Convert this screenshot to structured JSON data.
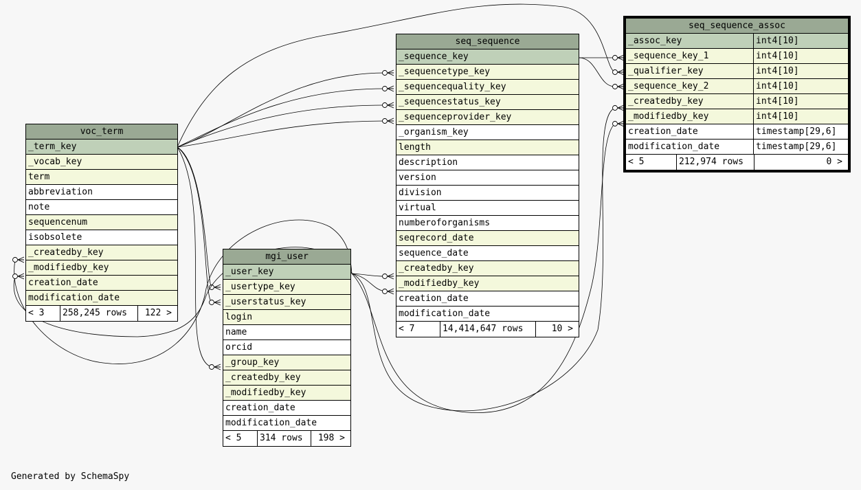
{
  "diagram": {
    "credit": "Generated by SchemaSpy",
    "colors": {
      "header": "#9aa994",
      "primary_key": "#bfd0b8",
      "foreign_key": "#f4f8dc",
      "plain": "#ffffff",
      "background": "#f7f7f7"
    },
    "tables": {
      "voc_term": {
        "title": "voc_term",
        "columns": [
          {
            "name": "_term_key",
            "kind": "pk"
          },
          {
            "name": "_vocab_key",
            "kind": "fk"
          },
          {
            "name": "term",
            "kind": "fk"
          },
          {
            "name": "abbreviation",
            "kind": "plain"
          },
          {
            "name": "note",
            "kind": "plain"
          },
          {
            "name": "sequencenum",
            "kind": "fk"
          },
          {
            "name": "isobsolete",
            "kind": "plain"
          },
          {
            "name": "_createdby_key",
            "kind": "fk"
          },
          {
            "name": "_modifiedby_key",
            "kind": "fk"
          },
          {
            "name": "creation_date",
            "kind": "fk"
          },
          {
            "name": "modification_date",
            "kind": "fk"
          }
        ],
        "footer": {
          "parents": "< 3",
          "rows": "258,245 rows",
          "children": "122 >"
        }
      },
      "mgi_user": {
        "title": "mgi_user",
        "columns": [
          {
            "name": "_user_key",
            "kind": "pk"
          },
          {
            "name": "_usertype_key",
            "kind": "fk"
          },
          {
            "name": "_userstatus_key",
            "kind": "fk"
          },
          {
            "name": "login",
            "kind": "fk"
          },
          {
            "name": "name",
            "kind": "plain"
          },
          {
            "name": "orcid",
            "kind": "plain"
          },
          {
            "name": "_group_key",
            "kind": "fk"
          },
          {
            "name": "_createdby_key",
            "kind": "fk"
          },
          {
            "name": "_modifiedby_key",
            "kind": "fk"
          },
          {
            "name": "creation_date",
            "kind": "plain"
          },
          {
            "name": "modification_date",
            "kind": "plain"
          }
        ],
        "footer": {
          "parents": "< 5",
          "rows": "314 rows",
          "children": "198 >"
        }
      },
      "seq_sequence": {
        "title": "seq_sequence",
        "columns": [
          {
            "name": "_sequence_key",
            "kind": "pk"
          },
          {
            "name": "_sequencetype_key",
            "kind": "fk"
          },
          {
            "name": "_sequencequality_key",
            "kind": "fk"
          },
          {
            "name": "_sequencestatus_key",
            "kind": "fk"
          },
          {
            "name": "_sequenceprovider_key",
            "kind": "fk"
          },
          {
            "name": "_organism_key",
            "kind": "plain"
          },
          {
            "name": "length",
            "kind": "fk"
          },
          {
            "name": "description",
            "kind": "plain"
          },
          {
            "name": "version",
            "kind": "plain"
          },
          {
            "name": "division",
            "kind": "plain"
          },
          {
            "name": "virtual",
            "kind": "plain"
          },
          {
            "name": "numberoforganisms",
            "kind": "plain"
          },
          {
            "name": "seqrecord_date",
            "kind": "fk"
          },
          {
            "name": "sequence_date",
            "kind": "plain"
          },
          {
            "name": "_createdby_key",
            "kind": "fk"
          },
          {
            "name": "_modifiedby_key",
            "kind": "fk"
          },
          {
            "name": "creation_date",
            "kind": "plain"
          },
          {
            "name": "modification_date",
            "kind": "plain"
          }
        ],
        "footer": {
          "parents": "< 7",
          "rows": "14,414,647 rows",
          "children": "10 >"
        }
      },
      "seq_sequence_assoc": {
        "title": "seq_sequence_assoc",
        "columns": [
          {
            "name": "_assoc_key",
            "type": "int4[10]",
            "kind": "pk"
          },
          {
            "name": "_sequence_key_1",
            "type": "int4[10]",
            "kind": "fk"
          },
          {
            "name": "_qualifier_key",
            "type": "int4[10]",
            "kind": "fk"
          },
          {
            "name": "_sequence_key_2",
            "type": "int4[10]",
            "kind": "fk"
          },
          {
            "name": "_createdby_key",
            "type": "int4[10]",
            "kind": "fk"
          },
          {
            "name": "_modifiedby_key",
            "type": "int4[10]",
            "kind": "fk"
          },
          {
            "name": "creation_date",
            "type": "timestamp[29,6]",
            "kind": "plain"
          },
          {
            "name": "modification_date",
            "type": "timestamp[29,6]",
            "kind": "plain"
          }
        ],
        "footer": {
          "parents": "< 5",
          "rows": "212,974 rows",
          "children": "0 >"
        }
      }
    },
    "relationships": [
      {
        "from": "seq_sequence._sequencetype_key",
        "to": "voc_term._term_key"
      },
      {
        "from": "seq_sequence._sequencequality_key",
        "to": "voc_term._term_key"
      },
      {
        "from": "seq_sequence._sequencestatus_key",
        "to": "voc_term._term_key"
      },
      {
        "from": "seq_sequence._sequenceprovider_key",
        "to": "voc_term._term_key"
      },
      {
        "from": "seq_sequence_assoc._qualifier_key",
        "to": "voc_term._term_key"
      },
      {
        "from": "mgi_user._usertype_key",
        "to": "voc_term._term_key"
      },
      {
        "from": "mgi_user._userstatus_key",
        "to": "voc_term._term_key"
      },
      {
        "from": "mgi_user._group_key",
        "to": "voc_term._term_key"
      },
      {
        "from": "voc_term._createdby_key",
        "to": "mgi_user._user_key"
      },
      {
        "from": "voc_term._modifiedby_key",
        "to": "mgi_user._user_key"
      },
      {
        "from": "seq_sequence._createdby_key",
        "to": "mgi_user._user_key"
      },
      {
        "from": "seq_sequence._modifiedby_key",
        "to": "mgi_user._user_key"
      },
      {
        "from": "seq_sequence_assoc._createdby_key",
        "to": "mgi_user._user_key"
      },
      {
        "from": "seq_sequence_assoc._modifiedby_key",
        "to": "mgi_user._user_key"
      },
      {
        "from": "seq_sequence_assoc._sequence_key_1",
        "to": "seq_sequence._sequence_key"
      },
      {
        "from": "seq_sequence_assoc._sequence_key_2",
        "to": "seq_sequence._sequence_key"
      }
    ]
  }
}
